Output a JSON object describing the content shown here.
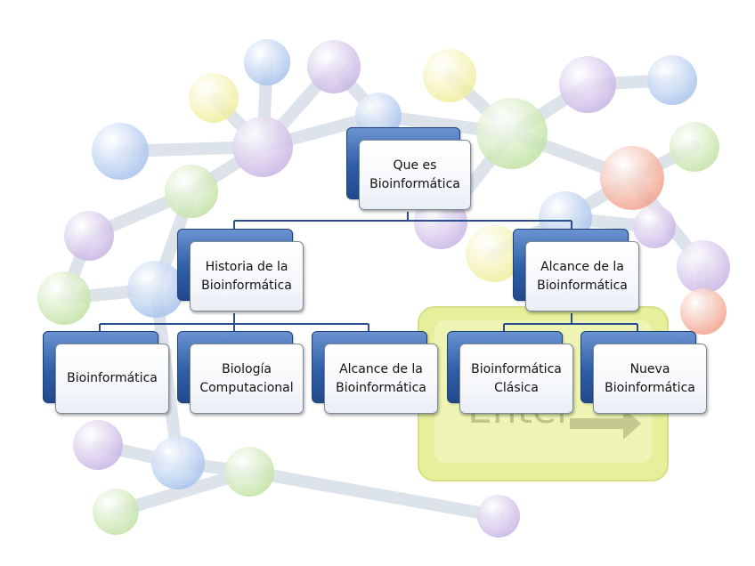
{
  "diagram": {
    "connector_color": "#2b4f8e",
    "root": {
      "label": "Que es\nBioinformática"
    },
    "branches": [
      {
        "label": "Historia de la\nBioinformática",
        "children": [
          {
            "label": "Bioinformática"
          },
          {
            "label": "Biología\nComputacional"
          },
          {
            "label": "Alcance de la\nBioinformática"
          }
        ]
      },
      {
        "label": "Alcance de la\nBioinformática",
        "children": [
          {
            "label": "Bioinformática\nClásica"
          },
          {
            "label": "Nueva\nBioinformática"
          }
        ]
      }
    ]
  },
  "background": {
    "keyboard_key_label": "Enter",
    "colors": {
      "blue": "#a9c4ec",
      "purple": "#c9b6e4",
      "green": "#c3e3a6",
      "yellow": "#f1ee9f",
      "red": "#f2a48f",
      "bond": "#dde3ea",
      "key": "#e6ef9a"
    }
  }
}
